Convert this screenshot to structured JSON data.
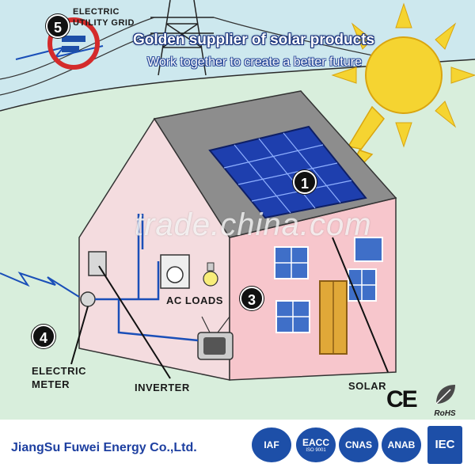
{
  "banner": {
    "title": "Golden supplier of solar products",
    "subtitle": "Work together to create a better future"
  },
  "labels": {
    "utility_grid": "ELECTRIC UTILITY GRID",
    "ac_loads": "AC LOADS",
    "electric_meter": "ELECTRIC METER",
    "inverter": "INVERTER",
    "solar": "SOLAR"
  },
  "numbers": [
    "5",
    "1",
    "3",
    "4"
  ],
  "watermark": "trade.china.com",
  "footer": {
    "company": "JiangSu Fuwei Energy Co.,Ltd.",
    "badges": [
      {
        "text": "IAF",
        "sub": ""
      },
      {
        "text": "EACC",
        "sub": "ISO 9001"
      },
      {
        "text": "CNAS",
        "sub": ""
      },
      {
        "text": "ANAB",
        "sub": ""
      }
    ],
    "ce": "CE",
    "rohs": "RoHS",
    "iec": "IEC"
  },
  "colors": {
    "sky": "#c8e6ec",
    "grass": "#cfe8d2",
    "house_wall": "#f7c6cc",
    "roof": "#8d8d8d",
    "panel": "#1e3fae",
    "sun": "#f5d431",
    "wire": "#1a4fb8",
    "brand_blue": "#1d4fa8"
  }
}
